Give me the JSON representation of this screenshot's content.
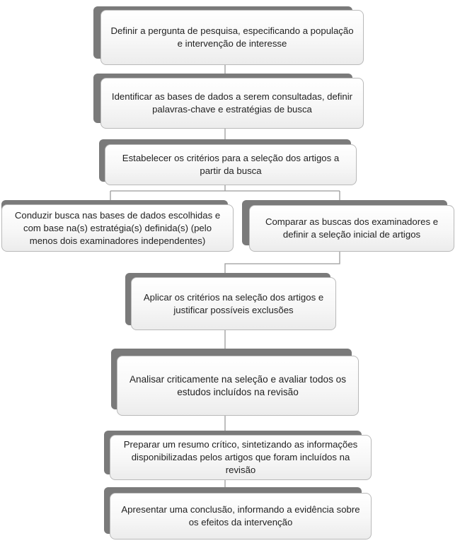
{
  "steps": [
    {
      "id": "s1",
      "text": "Definir a pergunta de pesquisa, especificando a população e intervenção de interesse"
    },
    {
      "id": "s2",
      "text": "Identificar as bases de dados a serem consultadas, definir palavras-chave e estratégias de busca"
    },
    {
      "id": "s3",
      "text": "Estabelecer os critérios para a seleção dos artigos a partir da busca"
    },
    {
      "id": "s4a",
      "text": "Conduzir busca nas bases de dados escolhidas e com base na(s) estratégia(s) definida(s) (pelo menos dois examinadores independentes)"
    },
    {
      "id": "s4b",
      "text": "Comparar as buscas dos examinadores e definir a seleção inicial de artigos"
    },
    {
      "id": "s5",
      "text": "Aplicar os critérios na seleção dos artigos e justificar possíveis exclusões"
    },
    {
      "id": "s6",
      "text": "Analisar criticamente na seleção e avaliar todos os estudos incluídos na revisão"
    },
    {
      "id": "s7",
      "text": "Preparar um resumo crítico, sintetizando as informações disponibilizadas pelos artigos que foram incluídos na revisão"
    },
    {
      "id": "s8",
      "text": "Apresentar uma conclusão, informando a evidência sobre os efeitos da intervenção"
    }
  ],
  "colors": {
    "shadow": "#7a7a7a",
    "border": "#b9b9b9",
    "connector": "#9a9a9a"
  }
}
